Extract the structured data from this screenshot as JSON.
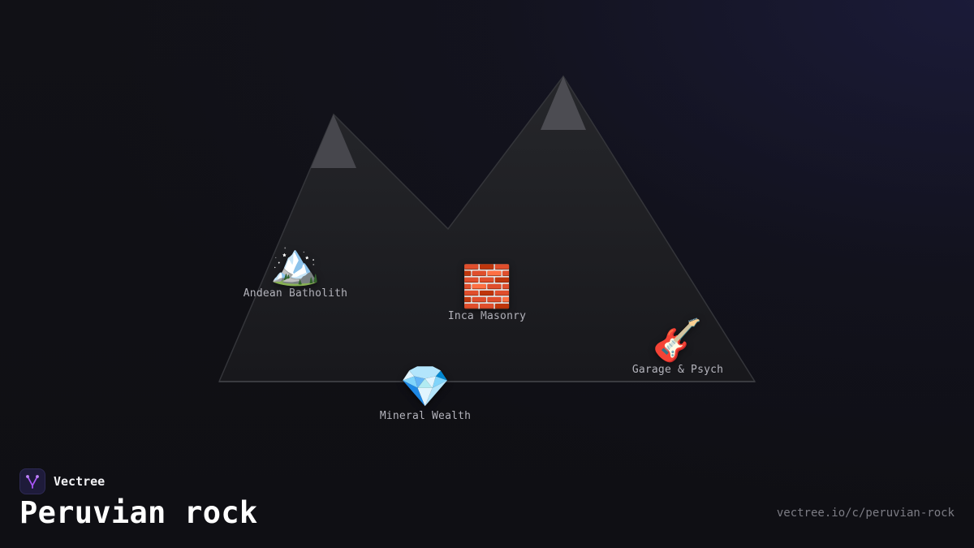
{
  "brand": {
    "name": "Vectree",
    "logo_icon": "vectree-fork-logo-icon",
    "logo_color": "#a855f7"
  },
  "title": "Peruvian rock",
  "url": "vectree.io/c/peruvian-rock",
  "mountain": {
    "icon": "twin-peak-mountain-shape",
    "fill_color": "#1f2024",
    "snowcap_color": "#4a4a50"
  },
  "nodes": [
    {
      "id": "andean-batholith",
      "icon": "snow-capped-mountain-emoji",
      "emoji": "🏔️",
      "label": "Andean Batholith"
    },
    {
      "id": "inca-masonry",
      "icon": "brick-emoji",
      "emoji": "🧱",
      "label": "Inca Masonry"
    },
    {
      "id": "garage-psych",
      "icon": "guitar-emoji",
      "emoji": "🎸",
      "label": "Garage & Psych"
    },
    {
      "id": "mineral-wealth",
      "icon": "gem-emoji",
      "emoji": "💎",
      "label": "Mineral Wealth"
    }
  ]
}
